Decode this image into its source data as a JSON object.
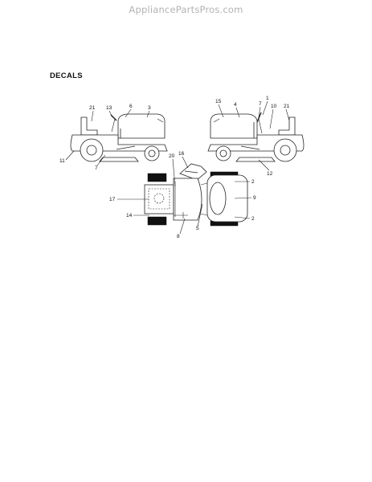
{
  "header": {
    "watermark": "AppliancePartsPros.com"
  },
  "section": {
    "title": "DECALS"
  },
  "diagram": {
    "left_view_labels": [
      "21",
      "13",
      "6",
      "3",
      "11",
      "7"
    ],
    "right_view_labels": [
      "15",
      "4",
      "1",
      "7",
      "10",
      "21",
      "12"
    ],
    "top_view_labels": [
      "20",
      "16",
      "2",
      "9",
      "2",
      "17",
      "14",
      "5",
      "8"
    ]
  }
}
